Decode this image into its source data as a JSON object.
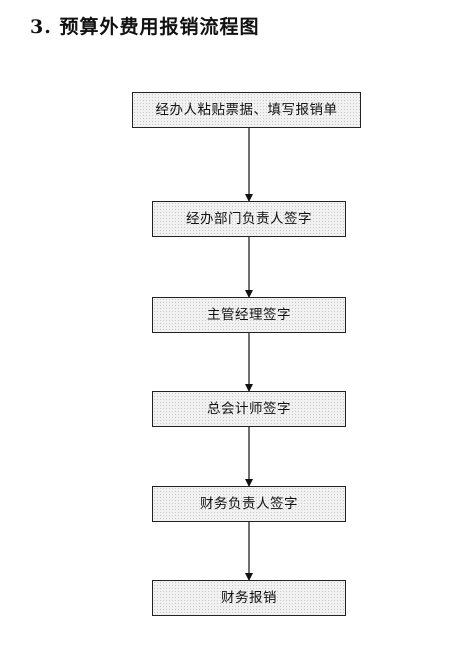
{
  "title": "3. 预算外费用报销流程图",
  "steps": [
    "经办人粘贴票据、填写报销单",
    "经办部门负责人签字",
    "主管经理签字",
    "总会计师签字",
    "财务负责人签字",
    "财务报销"
  ]
}
